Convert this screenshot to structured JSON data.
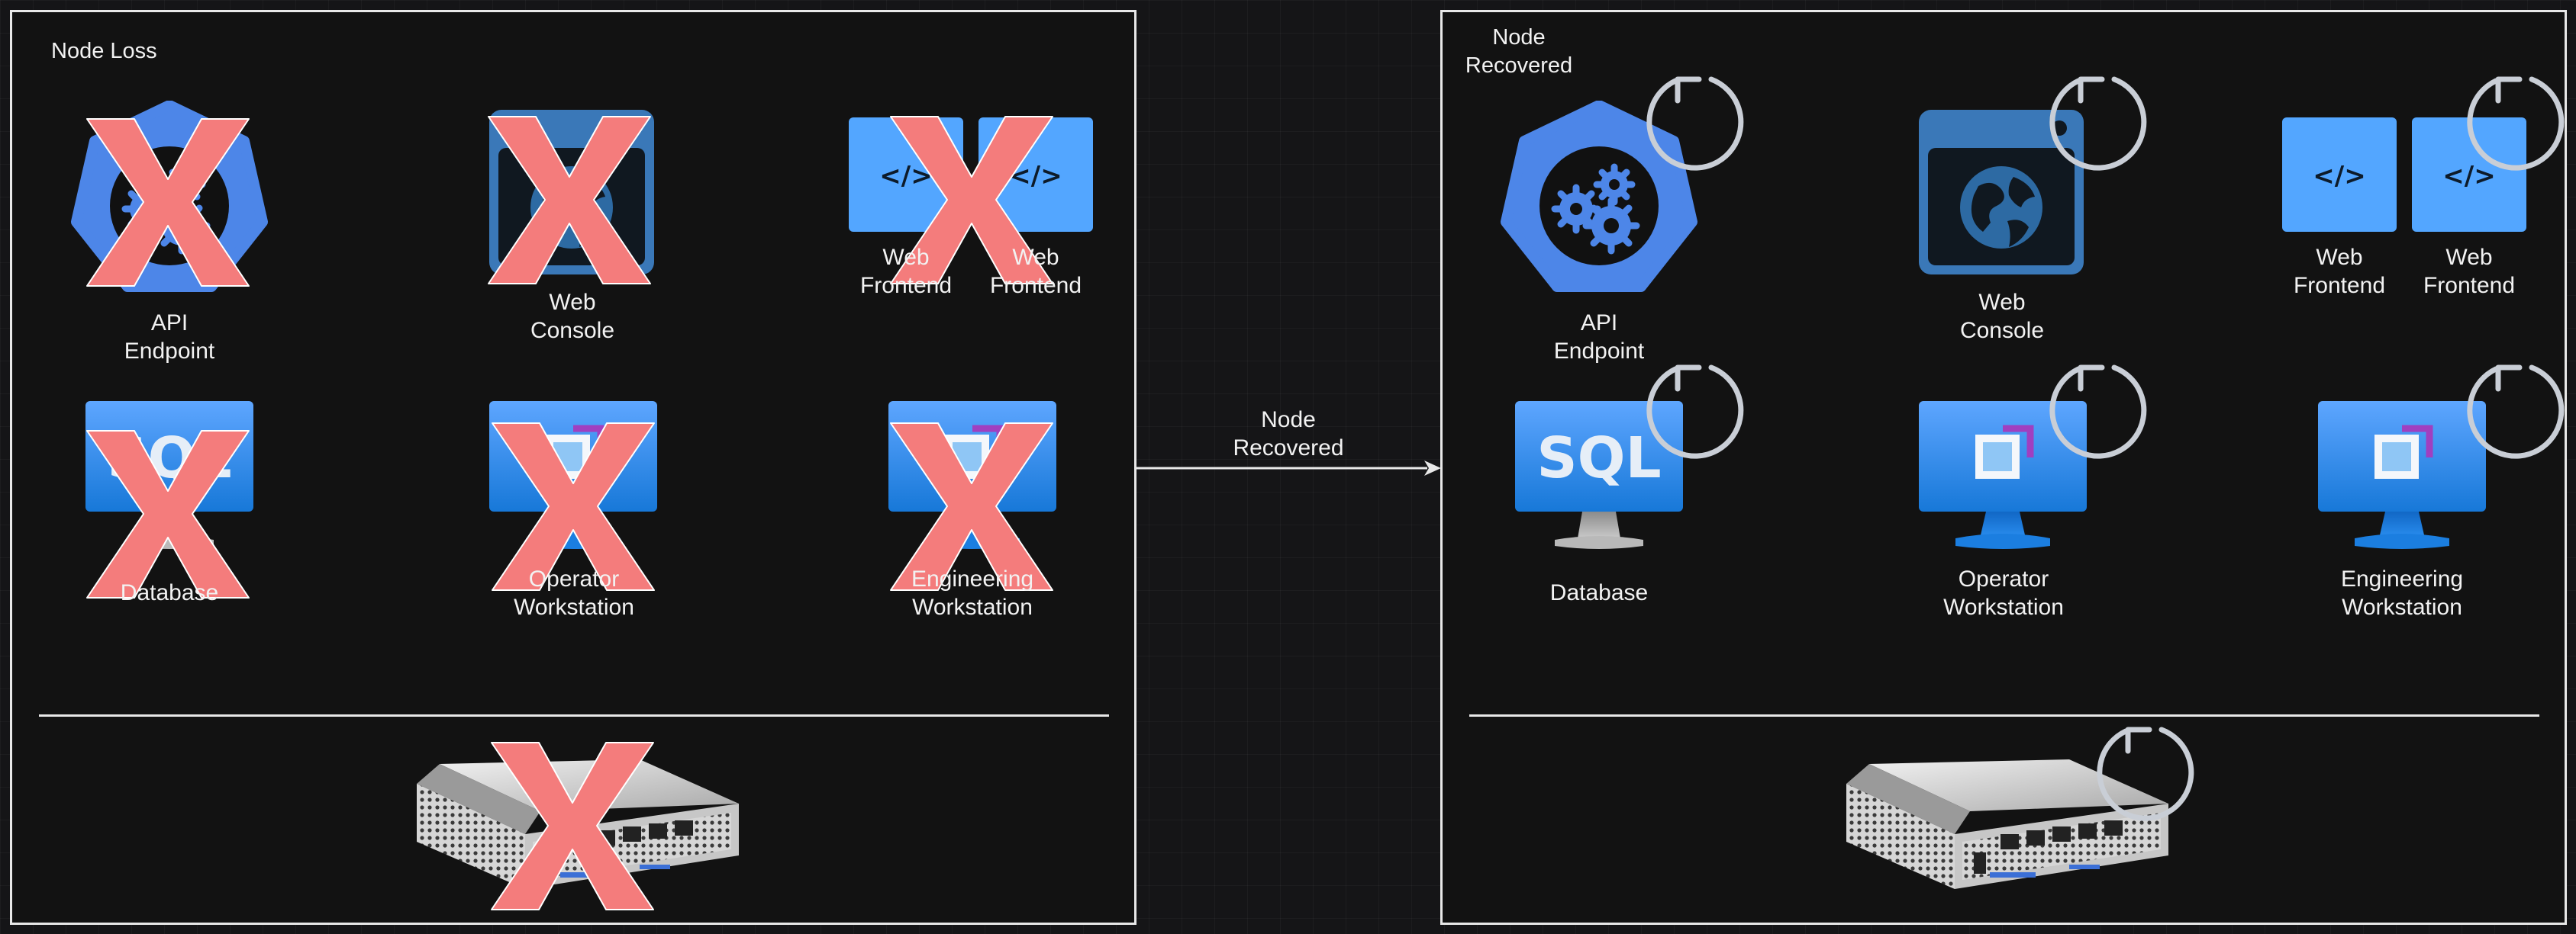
{
  "panels": {
    "left": {
      "title": "Node Loss",
      "api_endpoint": [
        "API",
        "Endpoint"
      ],
      "web_console": [
        "Web",
        "Console"
      ],
      "web_frontend_1": [
        "Web",
        "Frontend"
      ],
      "web_frontend_2": [
        "Web",
        "Frontend"
      ],
      "database": [
        "Database"
      ],
      "operator_workstation": [
        "Operator",
        "Workstation"
      ],
      "engineering_workstation": [
        "Engineering",
        "Workstation"
      ]
    },
    "right": {
      "title": [
        "Node",
        "Recovered"
      ],
      "api_endpoint": [
        "API",
        "Endpoint"
      ],
      "web_console": [
        "Web",
        "Console"
      ],
      "web_frontend_1": [
        "Web",
        "Frontend"
      ],
      "web_frontend_2": [
        "Web",
        "Frontend"
      ],
      "database": [
        "Database"
      ],
      "operator_workstation": [
        "Operator",
        "Workstation"
      ],
      "engineering_workstation": [
        "Engineering",
        "Workstation"
      ]
    }
  },
  "connector": {
    "label": [
      "Node",
      "Recovered"
    ]
  },
  "icons": {
    "code_glyph": "</>",
    "sql_glyph": "SQL"
  },
  "colors": {
    "background": "#151517",
    "panel_border": "#e8e8e8",
    "failure_x": "#f47c7c",
    "recovery_arrow": "#c9ced6",
    "kubernetes_blue": "#4d86e8",
    "web_blue": "#53a6ff",
    "vm_blue": "#1e88e8"
  }
}
